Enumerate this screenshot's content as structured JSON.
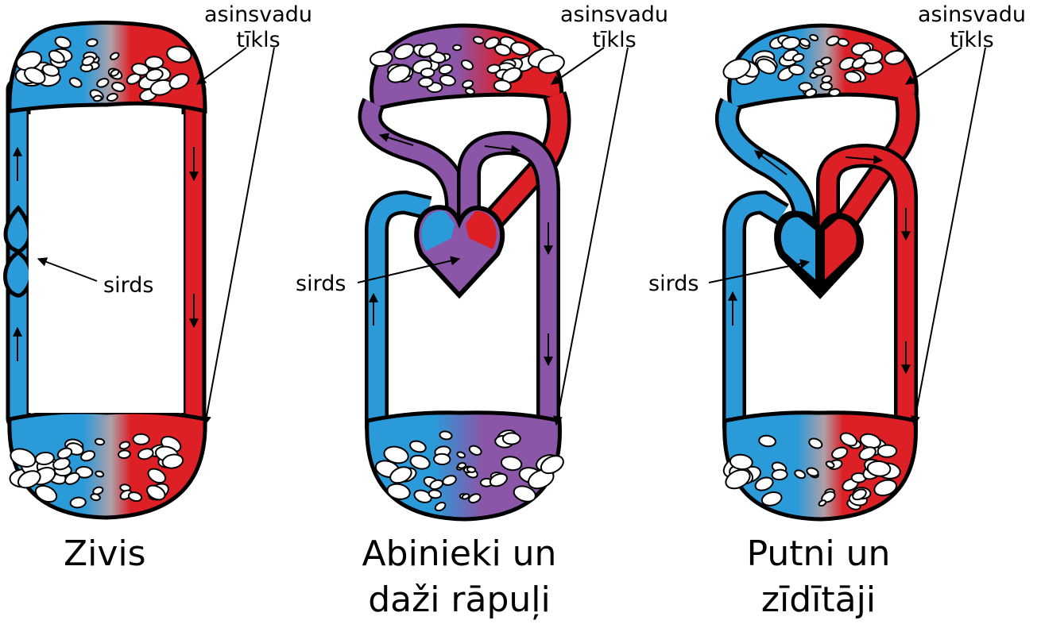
{
  "colors": {
    "oxygen_poor": "#2a9ad8",
    "oxygen_rich": "#dd1f26",
    "mixed": "#8b56a8",
    "outline": "#000000"
  },
  "panels": [
    {
      "caption_lines": [
        "Zivis"
      ],
      "network_label_lines": [
        "asinsvadu",
        "tīkls"
      ],
      "heart_label": "sirds"
    },
    {
      "caption_lines": [
        "Abinieki un",
        "daži rāpuļi"
      ],
      "network_label_lines": [
        "asinsvadu",
        "tīkls"
      ],
      "heart_label": "sirds"
    },
    {
      "caption_lines": [
        "Putni un",
        "zīdītāji"
      ],
      "network_label_lines": [
        "asinsvadu",
        "tīkls"
      ],
      "heart_label": "sirds"
    }
  ]
}
